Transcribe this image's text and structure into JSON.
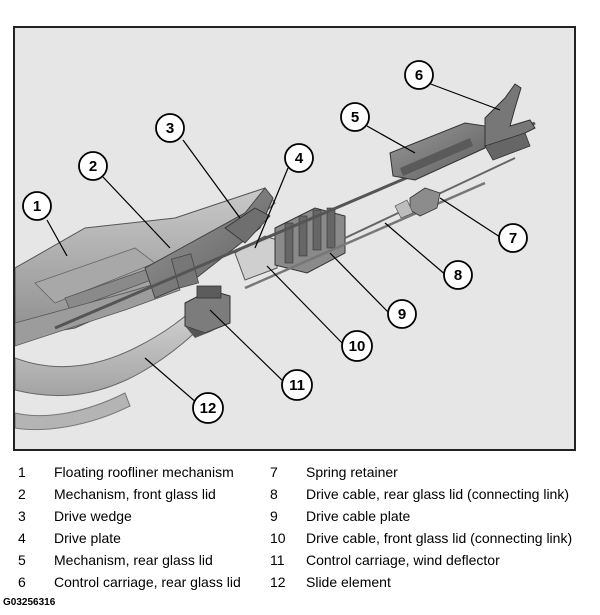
{
  "callouts": [
    "1",
    "2",
    "3",
    "4",
    "5",
    "6",
    "7",
    "8",
    "9",
    "10",
    "11",
    "12"
  ],
  "legend": [
    {
      "num": "1",
      "label": "Floating roofliner mechanism"
    },
    {
      "num": "2",
      "label": "Mechanism, front glass lid"
    },
    {
      "num": "3",
      "label": "Drive wedge"
    },
    {
      "num": "4",
      "label": "Drive plate"
    },
    {
      "num": "5",
      "label": "Mechanism, rear glass lid"
    },
    {
      "num": "6",
      "label": "Control carriage, rear glass lid"
    },
    {
      "num": "7",
      "label": "Spring retainer"
    },
    {
      "num": "8",
      "label": "Drive cable, rear glass lid (connecting link)"
    },
    {
      "num": "9",
      "label": "Drive cable plate"
    },
    {
      "num": "10",
      "label": "Drive cable, front glass lid (connecting link)"
    },
    {
      "num": "11",
      "label": "Control carriage, wind deflector"
    },
    {
      "num": "12",
      "label": "Slide element"
    }
  ],
  "figure_code": "G03256316"
}
